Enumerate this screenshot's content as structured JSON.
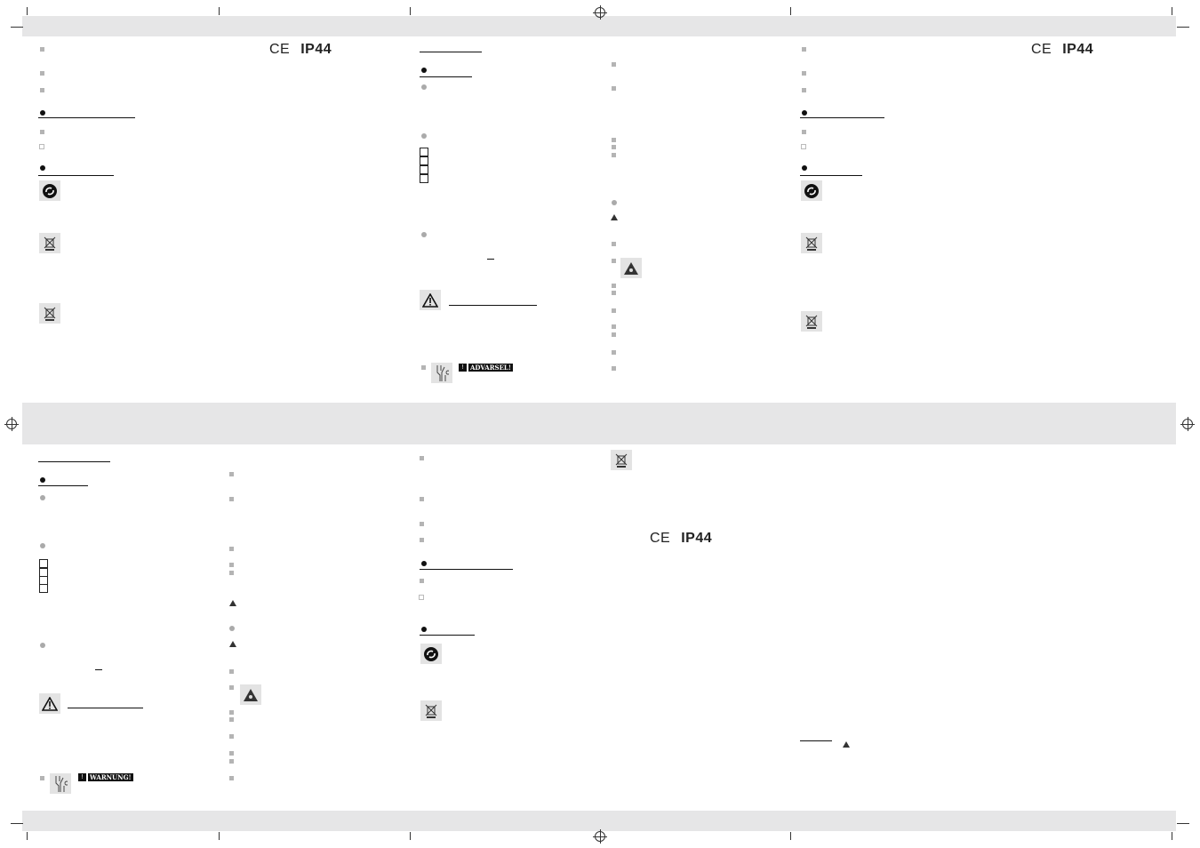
{
  "marks": {
    "ce": "CE",
    "ip": "IP44"
  },
  "warnings": {
    "danish": "ADVARSEL!",
    "german": "WARNUNG!"
  },
  "icons": [
    "recycle-icon",
    "weee-bin-icon",
    "warning-triangle-icon",
    "child-hazard-icon",
    "dc-symbol-icon"
  ]
}
